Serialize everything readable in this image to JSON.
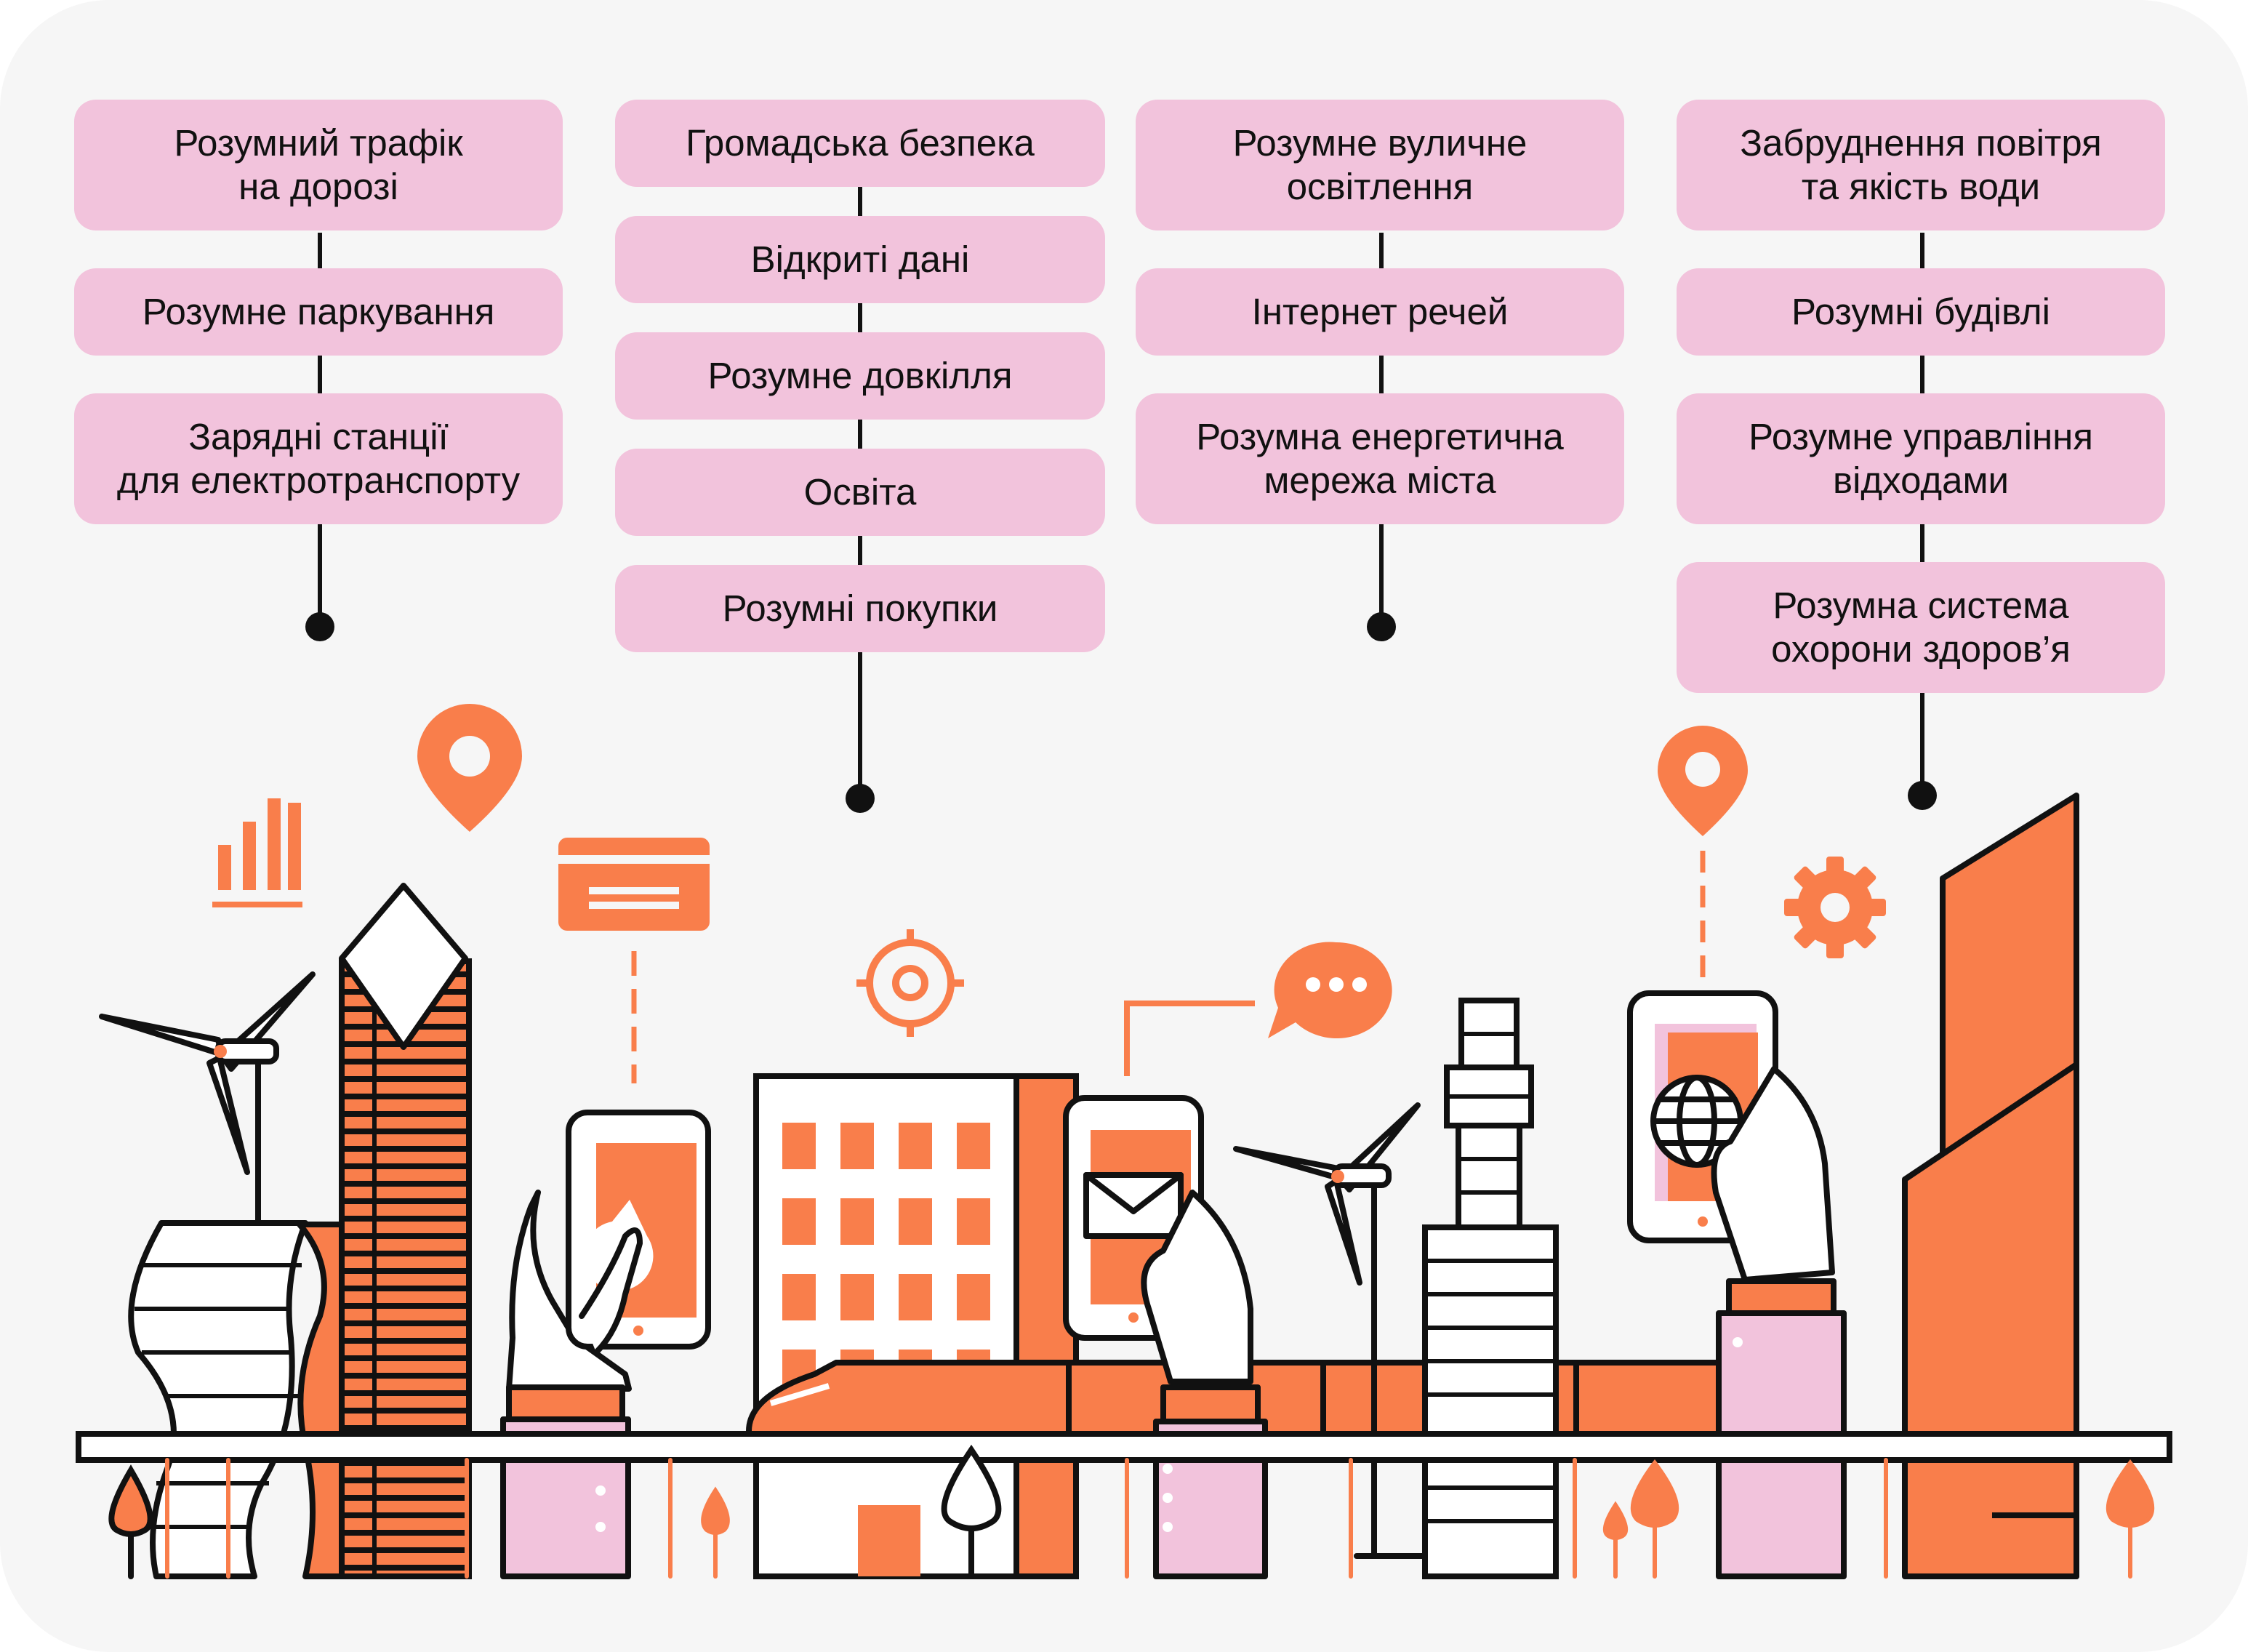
{
  "colors": {
    "background": "#f6f6f6",
    "label_fill": "#f2c3dc",
    "accent_orange": "#f97e4b",
    "accent_pink": "#f2c3dc",
    "outline": "#111111"
  },
  "columns": [
    {
      "items": [
        {
          "text": "Розумний трафік\nна дорозі"
        },
        {
          "text": "Розумне паркування"
        },
        {
          "text": "Зарядні станції\nдля електротранспорту"
        }
      ]
    },
    {
      "items": [
        {
          "text": "Громадська безпека"
        },
        {
          "text": "Відкриті дані"
        },
        {
          "text": "Розумне довкілля"
        },
        {
          "text": "Освіта"
        },
        {
          "text": "Розумні покупки"
        }
      ]
    },
    {
      "items": [
        {
          "text": "Розумне вуличне\nосвітлення"
        },
        {
          "text": "Інтернет речей"
        },
        {
          "text": "Розумна енергетична\nмережа міста"
        }
      ]
    },
    {
      "items": [
        {
          "text": "Забруднення повітря\nта якість води"
        },
        {
          "text": "Розумні будівлі"
        },
        {
          "text": "Розумне управління\nвідходами"
        },
        {
          "text": "Розумна система\nохорони здоров’я"
        }
      ]
    }
  ],
  "icons": [
    "map-pin-icon",
    "bar-chart-icon",
    "credit-card-icon",
    "target-icon",
    "chat-bubble-icon",
    "envelope-icon",
    "globe-icon",
    "gear-icon",
    "wind-turbine-icon",
    "smartphone-icon"
  ]
}
